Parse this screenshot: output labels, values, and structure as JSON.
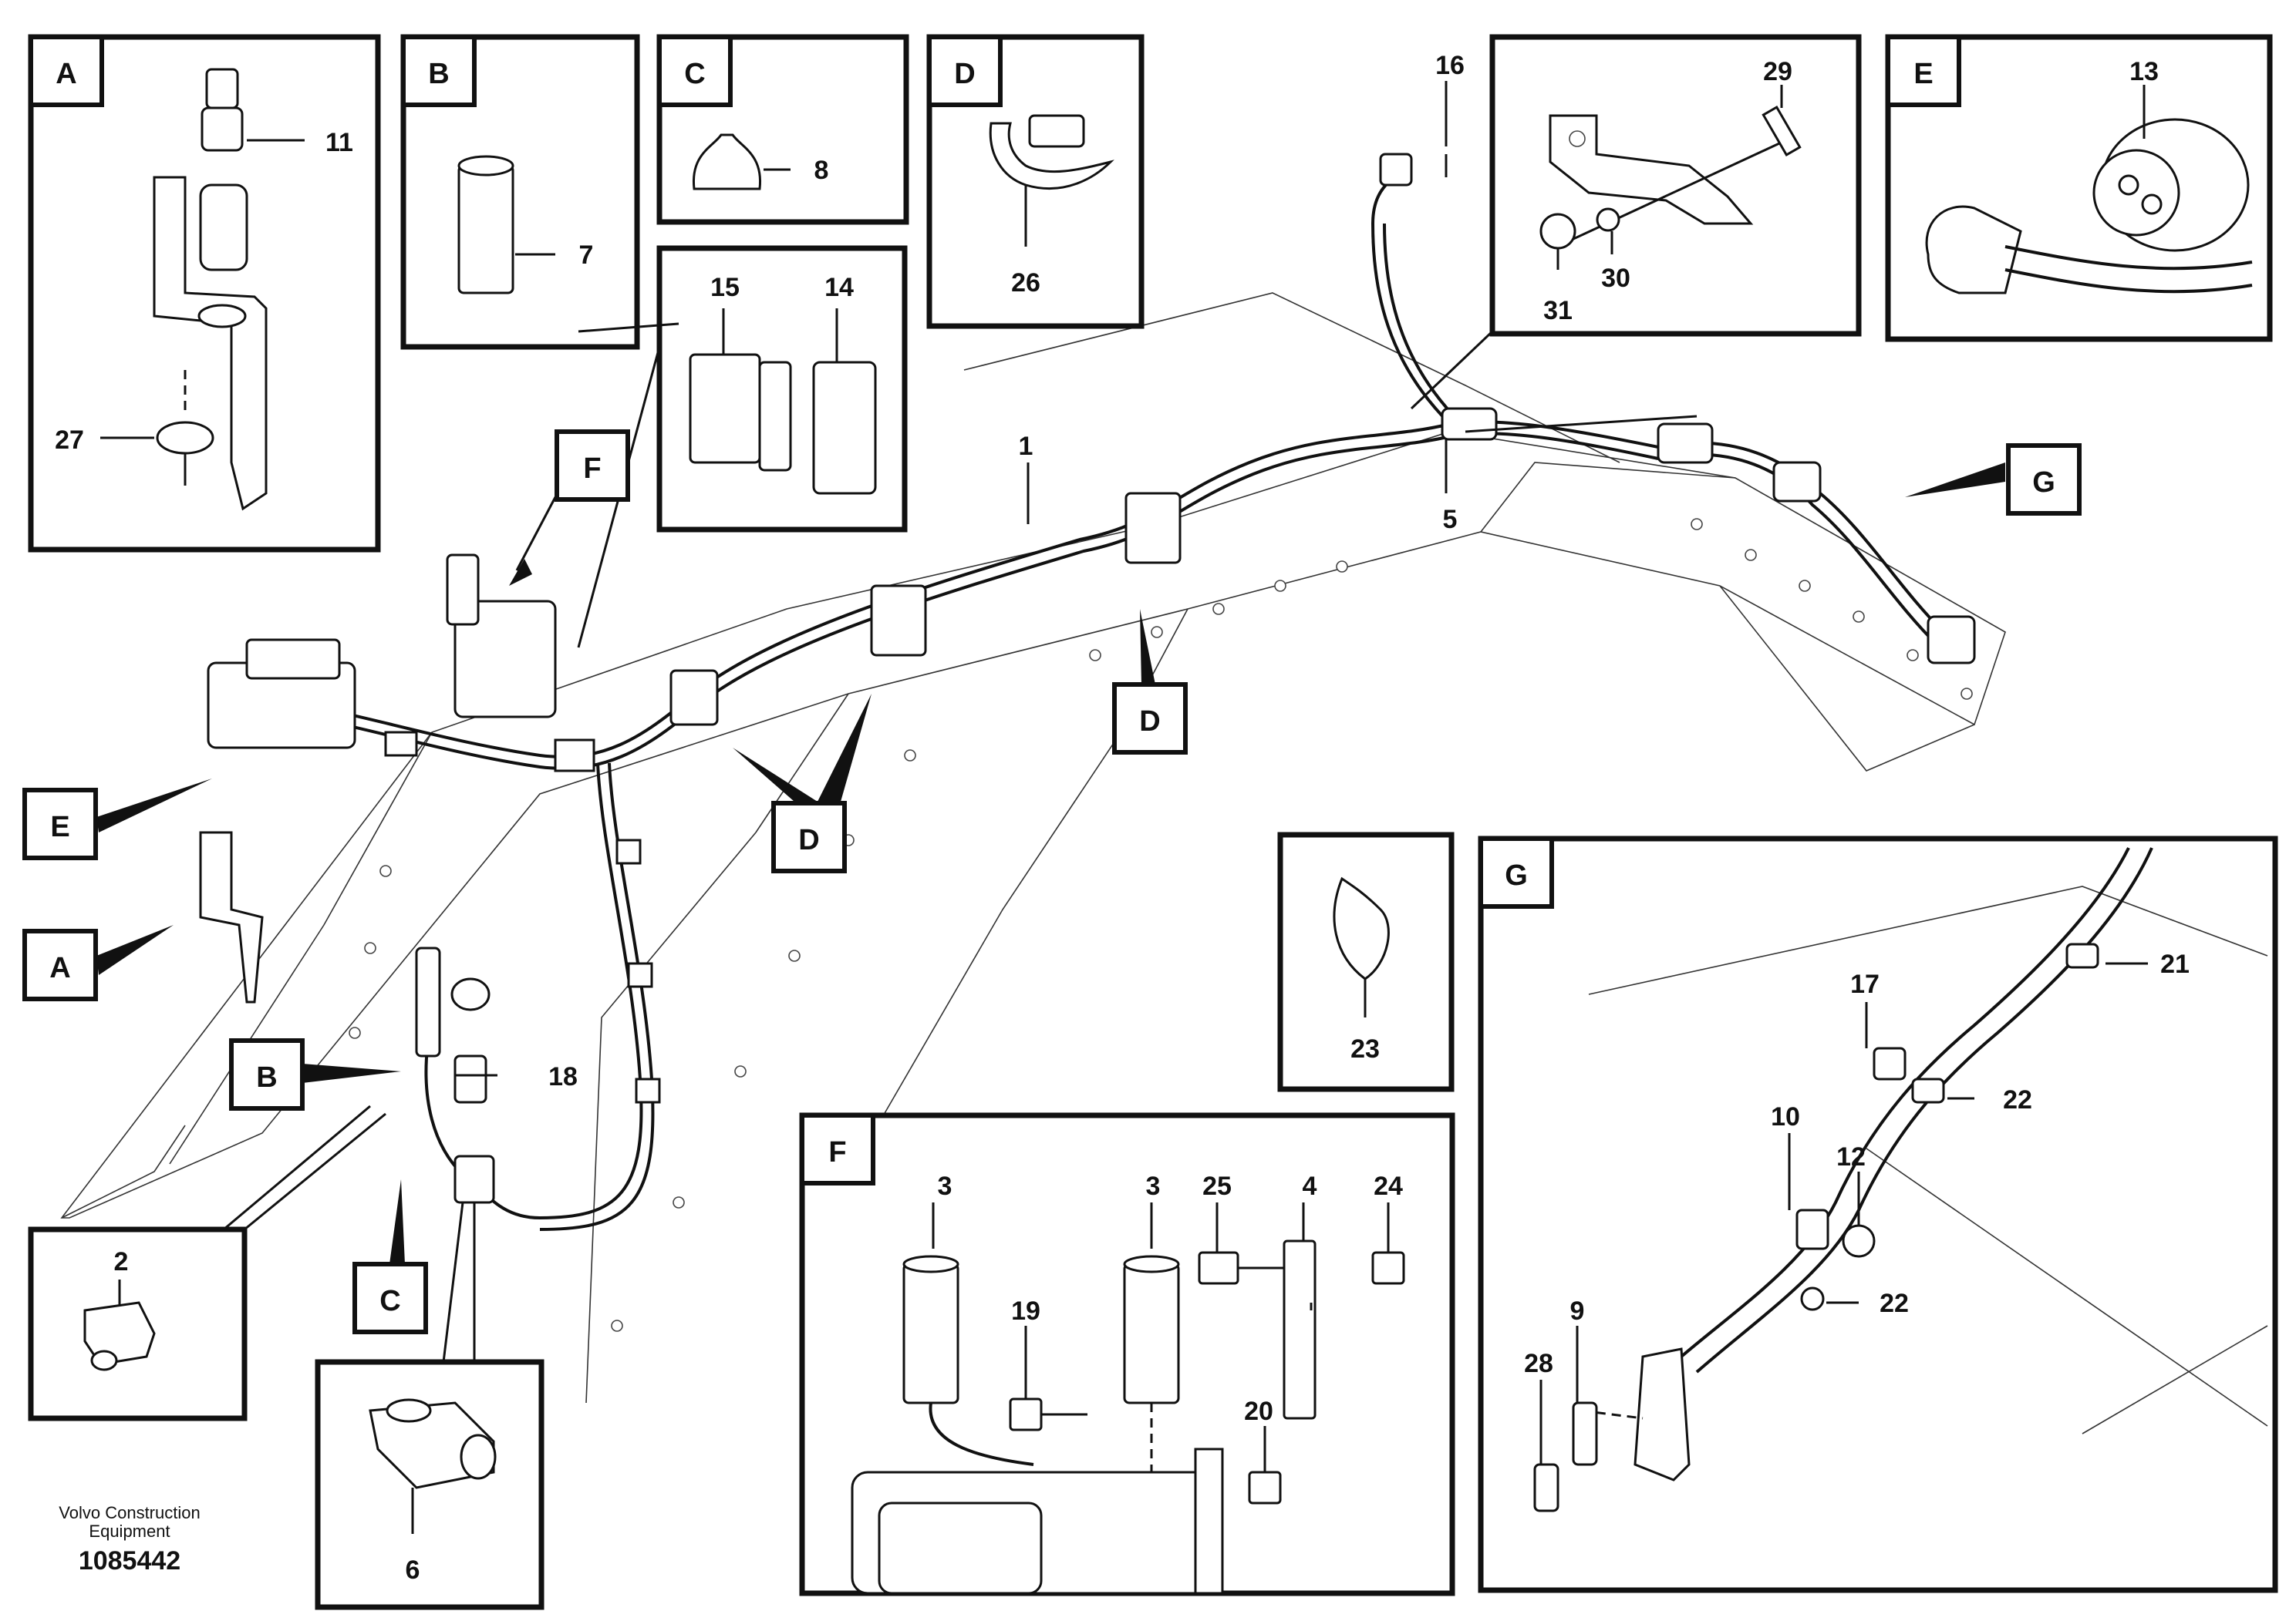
{
  "footer": {
    "publisher_line1": "Volvo Construction",
    "publisher_line2": "Equipment",
    "drawing_number": "1085442"
  },
  "detail_labels": {
    "A": "A",
    "B": "B",
    "C": "C",
    "D": "D",
    "E": "E",
    "F": "F",
    "G": "G"
  },
  "callouts": {
    "p1": "1",
    "p2": "2",
    "p3": "3",
    "p4": "4",
    "p5": "5",
    "p6": "6",
    "p7": "7",
    "p8": "8",
    "p9": "9",
    "p10": "10",
    "p11": "11",
    "p12": "12",
    "p13": "13",
    "p14": "14",
    "p15": "15",
    "p16": "16",
    "p17": "17",
    "p18": "18",
    "p19": "19",
    "p20": "20",
    "p21": "21",
    "p22": "22",
    "p23": "23",
    "p24": "24",
    "p25": "25",
    "p26": "26",
    "p27": "27",
    "p28": "28",
    "p29": "29",
    "p30": "30",
    "p31": "31"
  }
}
